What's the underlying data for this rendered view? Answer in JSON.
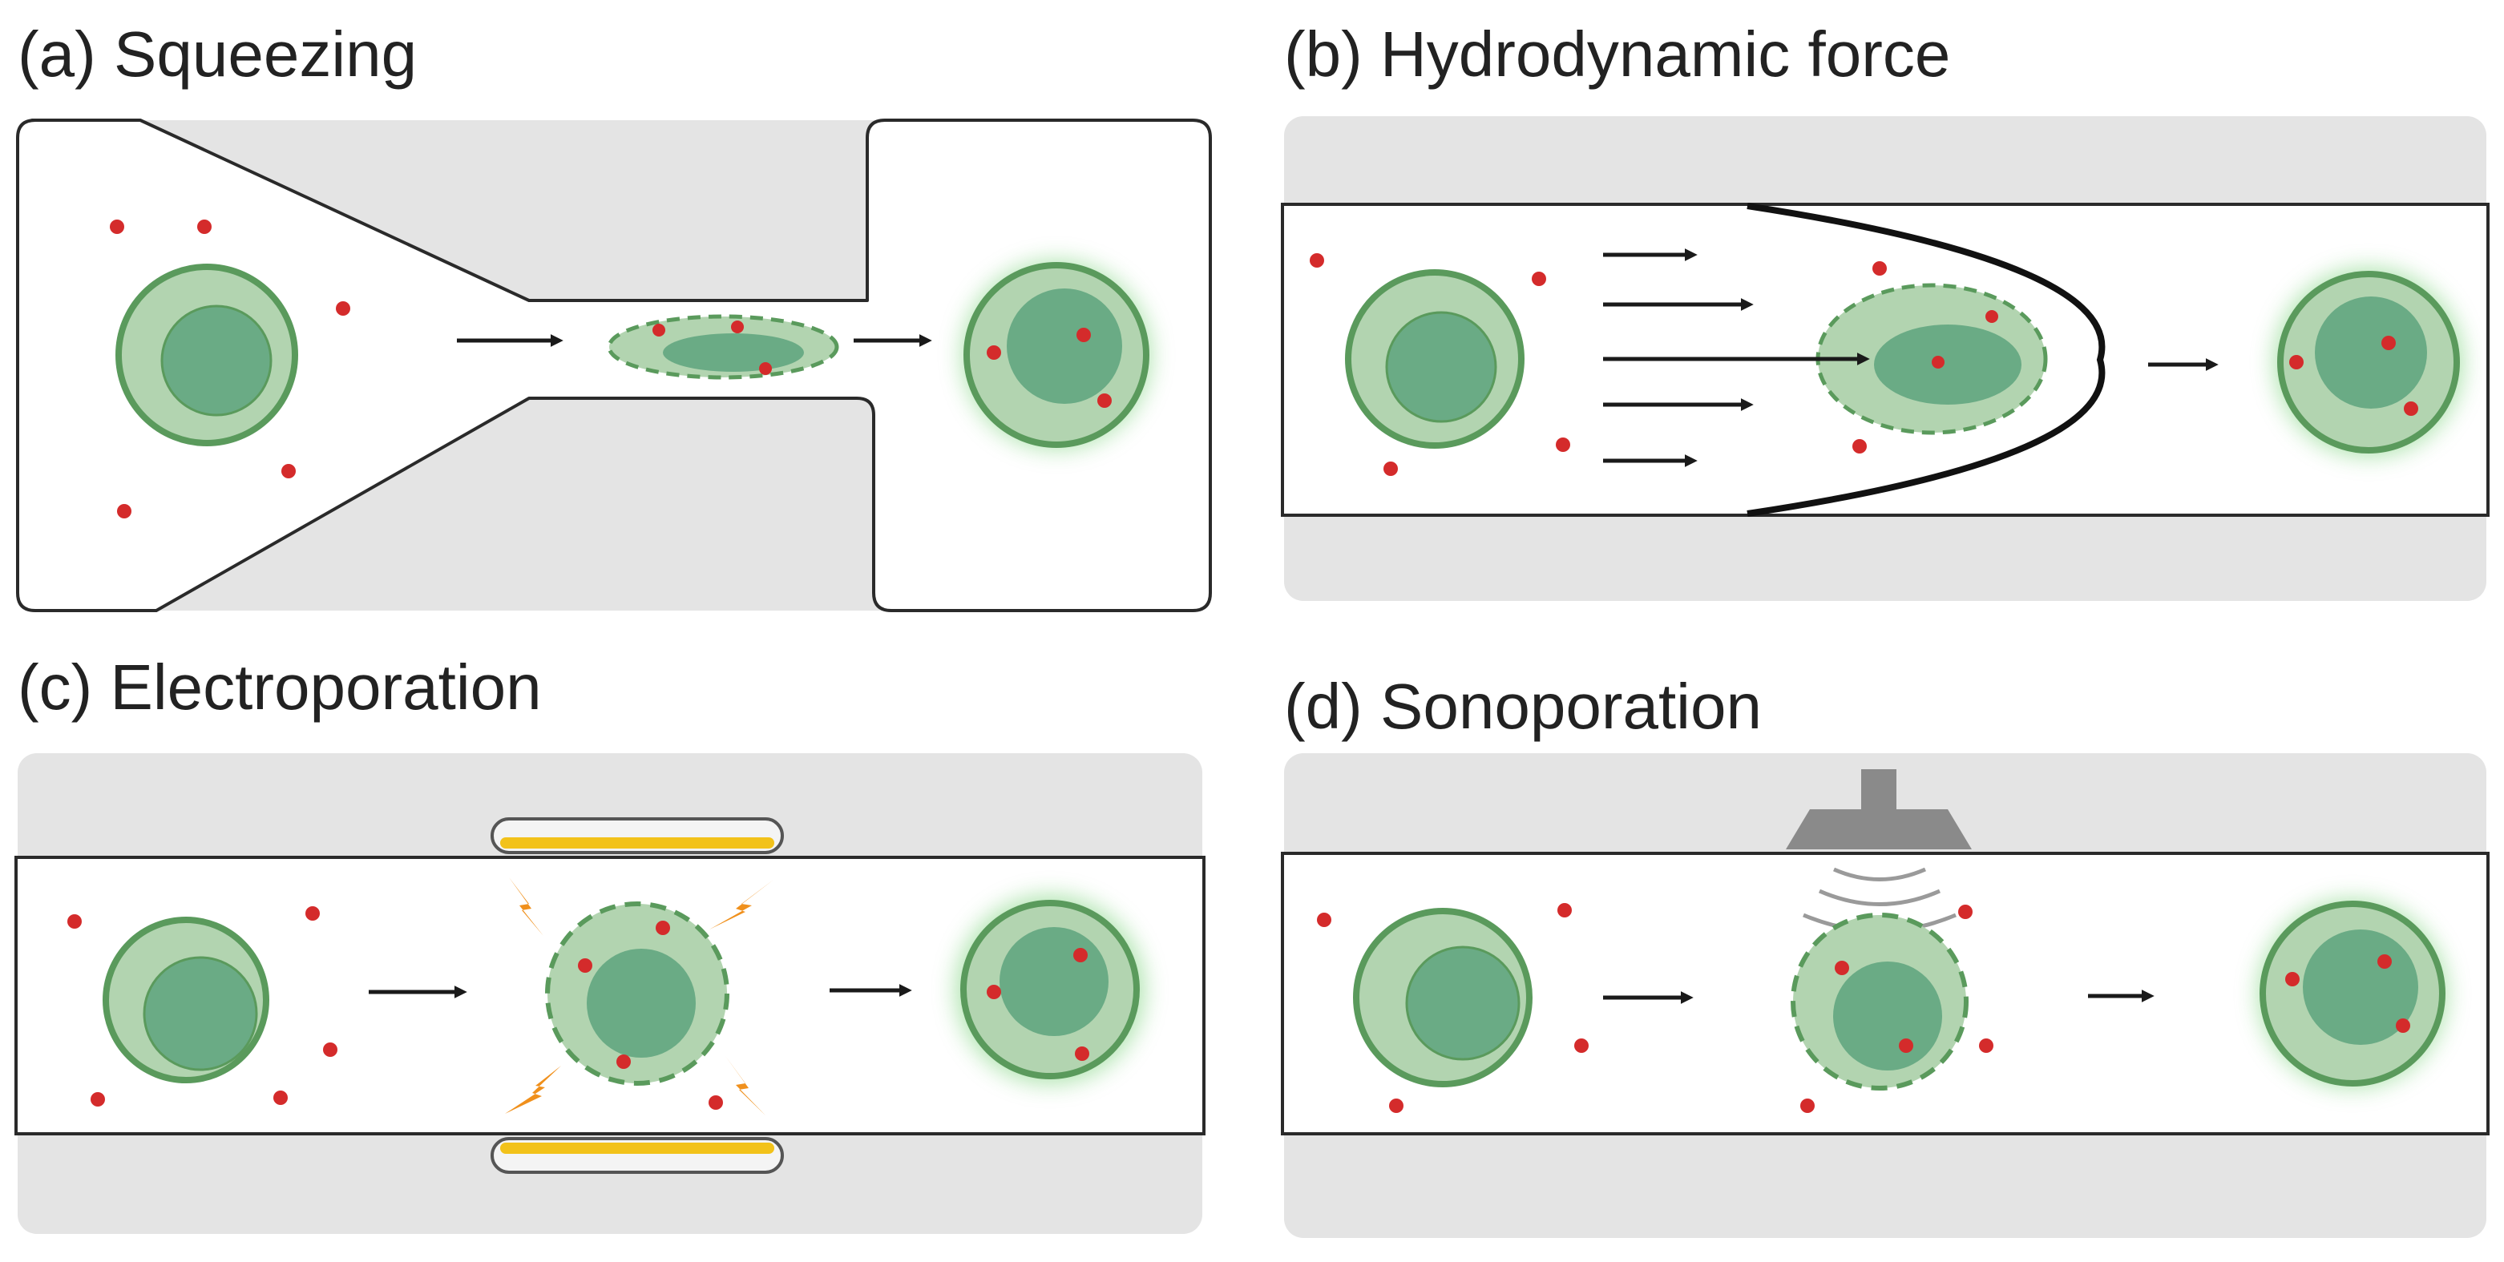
{
  "panels": {
    "a": {
      "title": "(a) Squeezing"
    },
    "b": {
      "title": "(b) Hydrodynamic force"
    },
    "c": {
      "title": "(c) Electroporation"
    },
    "d": {
      "title": "(d) Sonoporation"
    }
  },
  "colors": {
    "channel_fill": "#e4e4e4",
    "channel_stroke": "#2a2a2a",
    "cell_outer": "#b2d4b0",
    "cell_inner": "#6aab85",
    "cell_stroke": "#5a9a5c",
    "cargo": "#d42b2b",
    "arrow": "#1a1a1a",
    "electrode": "#f2c21a",
    "spark": "#f0901c",
    "transducer": "#8a8a8a",
    "glow": "#6fcf6f"
  },
  "icons": [
    "arrow-icon",
    "spark-icon",
    "transducer-icon",
    "sound-wave-icon",
    "electrode-icon",
    "cell-icon",
    "cargo-dot-icon"
  ]
}
